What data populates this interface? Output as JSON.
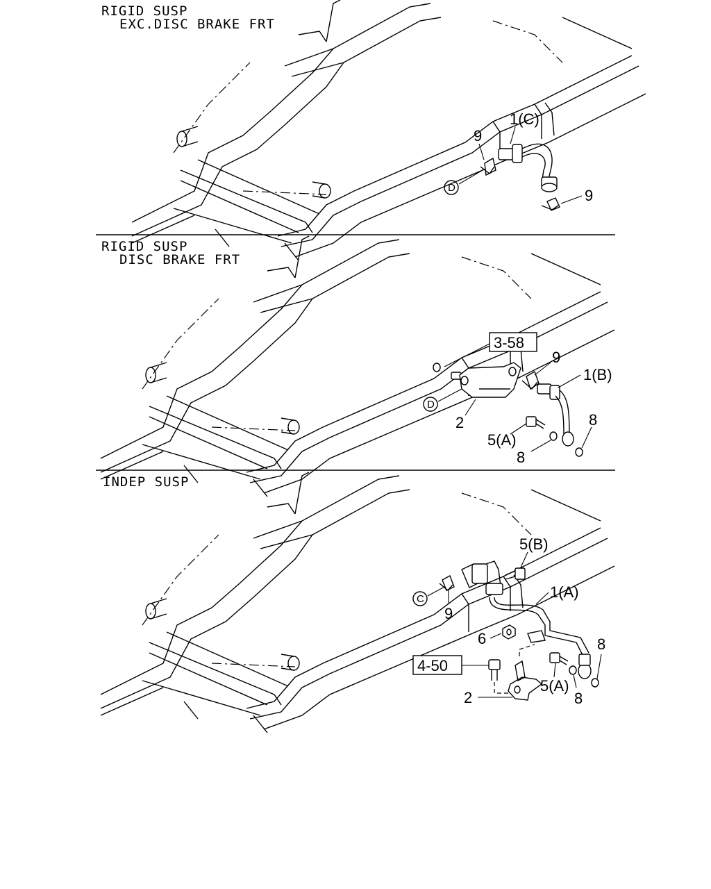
{
  "sections": [
    {
      "title_line1": "RIGID SUSP",
      "title_line2": "EXC.DISC BRAKE FRT",
      "callouts": {
        "hose": "1(C)",
        "clip_top": "9",
        "clip_bottom": "9",
        "ref_circle": "D"
      }
    },
    {
      "title_line1": "RIGID SUSP",
      "title_line2": "DISC BRAKE FRT",
      "callouts": {
        "ref_box": "3-58",
        "clip": "9",
        "hose": "1(B)",
        "ref_circle": "D",
        "bracket": "2",
        "bolt": "5(A)",
        "washer_left": "8",
        "washer_right": "8"
      }
    },
    {
      "title_line1": "INDEP SUSP",
      "callouts": {
        "bolt_b": "5(B)",
        "pipe": "1(A)",
        "ref_circle": "C",
        "clip": "9",
        "nut": "6",
        "washer_right": "8",
        "ref_box": "4-50",
        "bolt_a": "5(A)",
        "washer_left": "8",
        "bracket": "2"
      }
    }
  ]
}
